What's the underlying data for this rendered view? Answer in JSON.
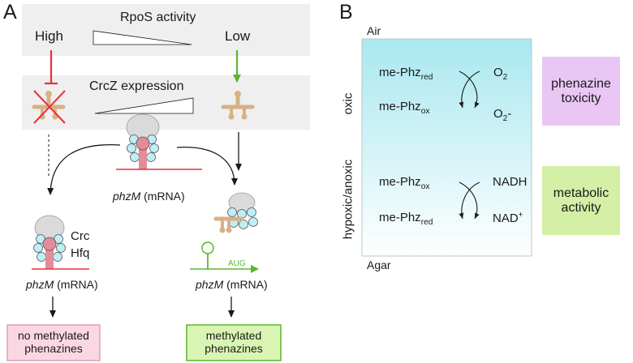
{
  "panel_a": {
    "letter": "A",
    "rpos_label": "RpoS activity",
    "high_label": "High",
    "low_label": "Low",
    "crcz_label": "CrcZ expression",
    "mrna_center_gene": "phzM",
    "mrna_center_suffix": "(mRNA)",
    "crc_label": "Crc",
    "hfq_label": "Hfq",
    "mrna_left_gene": "phzM",
    "mrna_left_suffix": "(mRNA)",
    "aug_label": "AUG",
    "mrna_right_gene": "phzM",
    "mrna_right_suffix": "(mRNA)",
    "outcome_left": "no methylated phenazines",
    "outcome_right": "methylated phenazines"
  },
  "panel_b": {
    "letter": "B",
    "air_label": "Air",
    "agar_label": "Agar",
    "oxic_label": "oxic",
    "hypoxic_label": "hypoxic/anoxic",
    "r1_left_top_base": "me-Phz",
    "r1_left_top_sub": "red",
    "r1_left_bottom_base": "me-Phz",
    "r1_left_bottom_sub": "ox",
    "r1_right_top_base": "O",
    "r1_right_top_sub": "2",
    "r1_right_bottom_base": "O",
    "r1_right_bottom_sub": "2",
    "r1_right_bottom_tail": "-",
    "r2_left_top_base": "me-Phz",
    "r2_left_top_sub": "ox",
    "r2_left_bottom_base": "me-Phz",
    "r2_left_bottom_sub": "red",
    "r2_right_top": "NADH",
    "r2_right_bottom_base": "NAD",
    "r2_right_bottom_sup": "+",
    "toxicity_box": "phenazine toxicity",
    "metabolic_box": "metabolic activity"
  },
  "colors": {
    "inhibit_red": "#e8303a",
    "activate_green": "#5cb531",
    "gray_band": "#efefef",
    "crcz_tan": "#d8b084",
    "ribosome_gray": "#dadada",
    "hfq_cyan": "#bfeff6",
    "crc_pink": "#e48b9c",
    "toxicity_purple": "#e9c6f4",
    "metabolic_green": "#d4efa6",
    "no_methyl_pink": "#fbd7e4",
    "methyl_green": "#d9f5b3",
    "gradient_top": "#a9e8f0"
  }
}
